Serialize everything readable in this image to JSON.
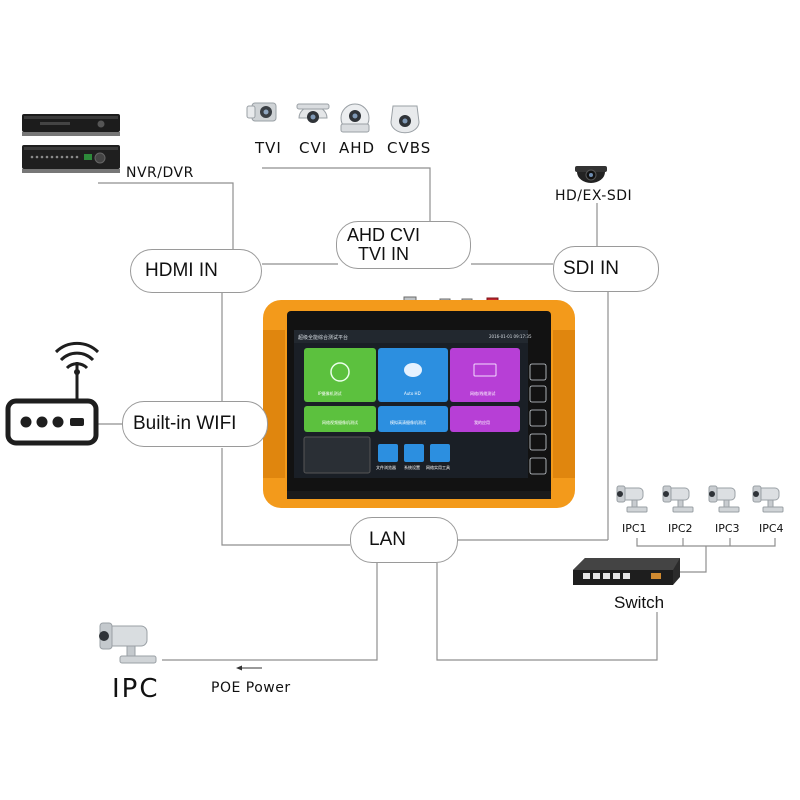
{
  "sources": {
    "nvr_label": "NVR/DVR",
    "camera_labels": [
      "TVI",
      "CVI",
      "AHD",
      "CVBS"
    ],
    "hd_sdi_label": "HD/EX-SDI"
  },
  "ports": {
    "hdmi_in": "HDMI IN",
    "analog_in_line1": "AHD CVI",
    "analog_in_line2": "TVI IN",
    "sdi_in": "SDI IN",
    "wifi": "Built-in WIFI",
    "lan": "LAN"
  },
  "network": {
    "ipc_labels": [
      "IPC1",
      "IPC2",
      "IPC3",
      "IPC4"
    ],
    "switch_label": "Switch",
    "ipc_big_label": "IPC",
    "poe_label": "POE Power"
  },
  "screen": {
    "header_title": "超级全能综合测试平台",
    "header_time": "2016-01-01 09:17:35",
    "tiles": [
      "IP摄像机测试",
      "Auto HD",
      "网络/线缆测试",
      "网络视频摄像机测试",
      "模拟高清摄像机测试",
      "我的应用"
    ],
    "small_apps": [
      "文件浏览器",
      "系统设置",
      "网络实用工具"
    ],
    "side_buttons": [
      "home",
      "menu",
      "back",
      "zoom",
      "flashlight"
    ]
  },
  "colors": {
    "device_orange": "#f39a1b",
    "tile_green": "#5cc13e",
    "tile_blue": "#2c8fe0",
    "tile_purple": "#b73fd6",
    "line_gray": "#8a8a8a"
  }
}
